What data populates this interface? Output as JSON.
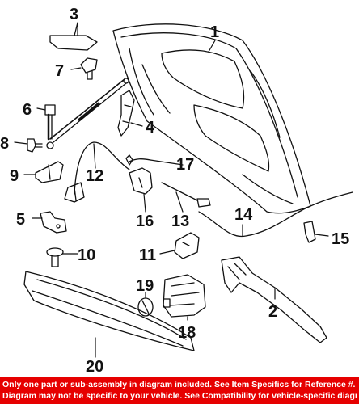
{
  "callouts": {
    "c1": "1",
    "c2": "2",
    "c3": "3",
    "c4": "4",
    "c5": "5",
    "c6": "6",
    "c7": "7",
    "c8": "8",
    "c9": "9",
    "c10": "10",
    "c11": "11",
    "c12": "12",
    "c13": "13",
    "c14": "14",
    "c15": "15",
    "c16": "16",
    "c17": "17",
    "c18": "18",
    "c19": "19",
    "c20": "20"
  },
  "footer": {
    "line1": "Only one part or sub-assembly in diagram included. See Item Specifics for Reference #.",
    "line2": "Diagram may not be specific to your vehicle. See Compatibility for vehicle-specific diagrams."
  },
  "colors": {
    "footer_bg": "#e60000",
    "footer_text": "#ffffff",
    "line_art": "#111111"
  }
}
